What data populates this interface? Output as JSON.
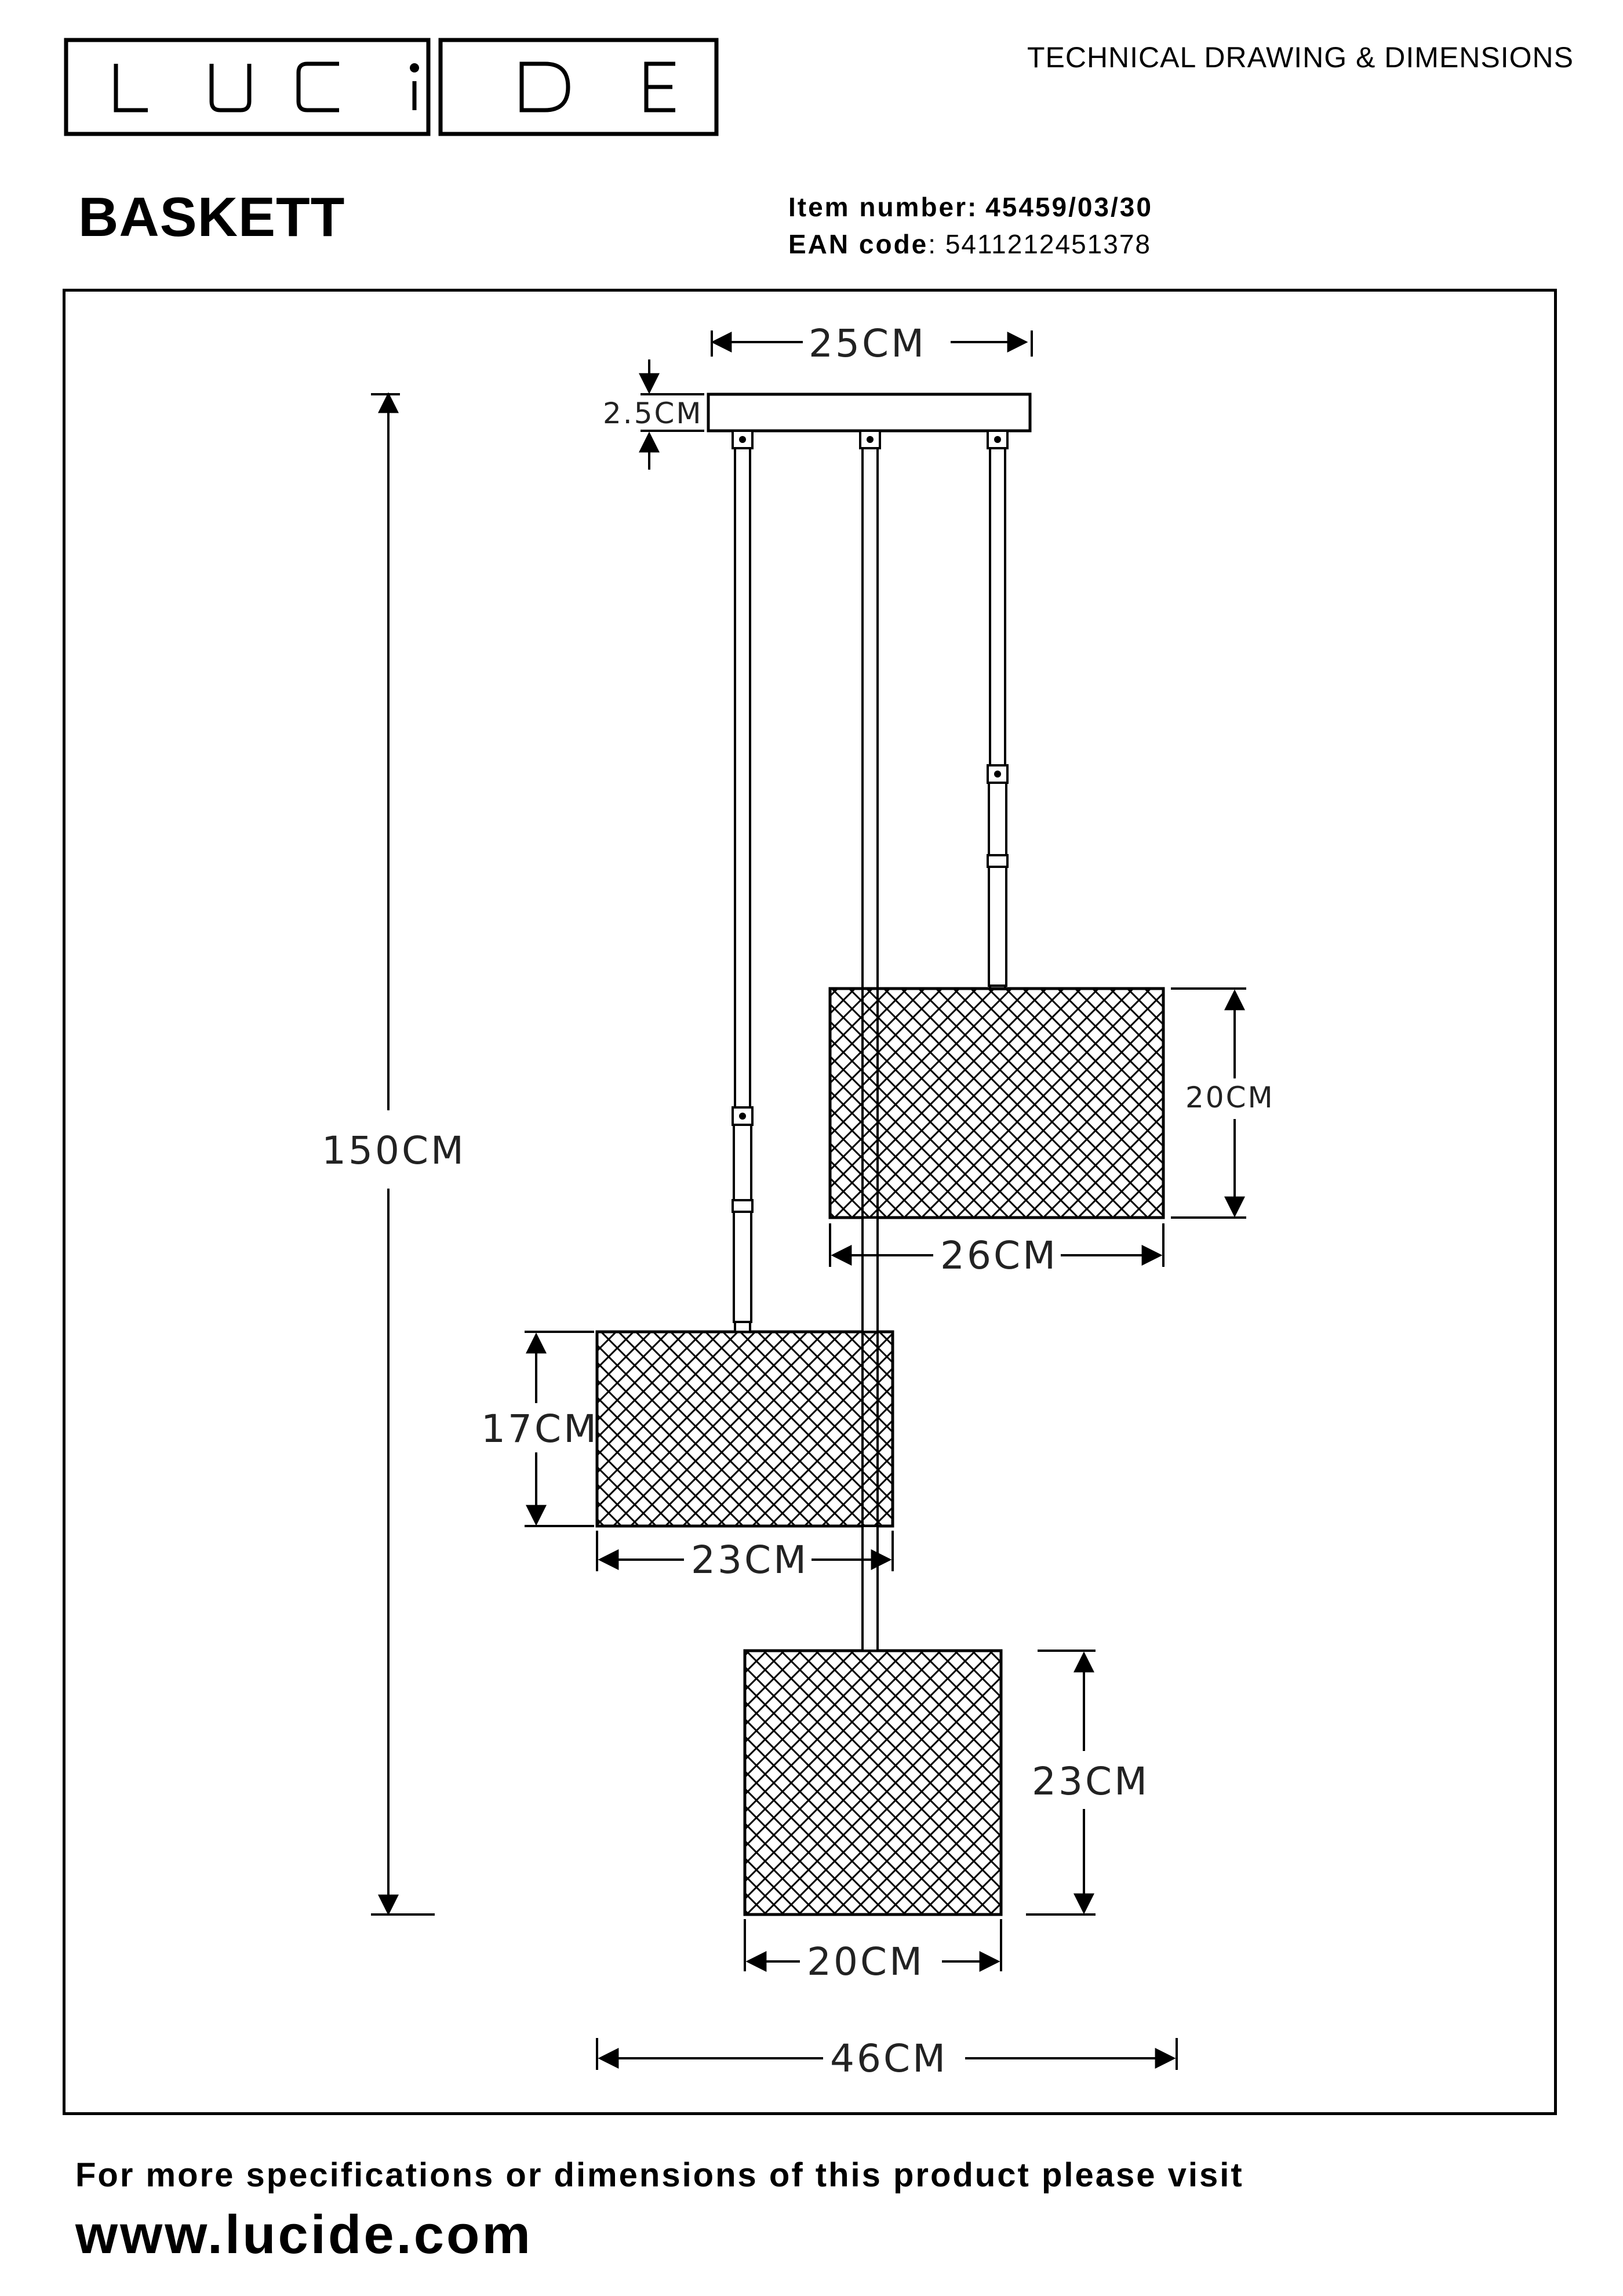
{
  "header": {
    "brand": "LUCiDE",
    "doc_label": "TECHNICAL DRAWING & DIMENSIONS",
    "product_name": "BASKETT",
    "item_number_label": "Item number:",
    "item_number": "45459/03/30",
    "ean_label": "EAN code",
    "ean": ": 5411212451378"
  },
  "dimensions": {
    "canopy_width": "25CM",
    "canopy_height": "2.5CM",
    "total_height": "150CM",
    "shade_right_height": "20CM",
    "shade_right_width": "26CM",
    "shade_left_height": "17CM",
    "shade_left_width": "23CM",
    "shade_bottom_height": "23CM",
    "shade_bottom_width": "20CM",
    "total_width": "46CM"
  },
  "footer": {
    "note": "For more specifications or dimensions of this product please visit",
    "url": "www.lucide.com"
  }
}
